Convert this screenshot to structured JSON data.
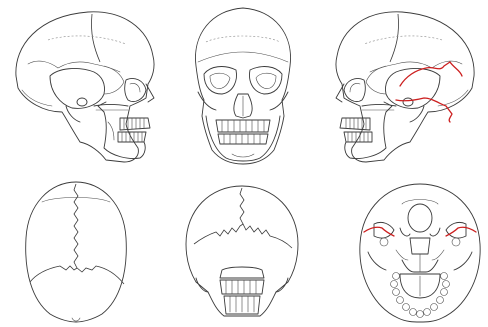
{
  "figure": {
    "views": [
      {
        "id": "lateral",
        "row": 1,
        "col": 1
      },
      {
        "id": "frontal",
        "row": 1,
        "col": 2
      },
      {
        "id": "lateral-fracture",
        "row": 1,
        "col": 3
      },
      {
        "id": "superior",
        "row": 2,
        "col": 1
      },
      {
        "id": "posterior",
        "row": 2,
        "col": 2
      },
      {
        "id": "inferior-fracture",
        "row": 2,
        "col": 3
      }
    ],
    "colors": {
      "line": "#3a3a3a",
      "fracture": "#cc1f1f",
      "background": "#ffffff"
    }
  }
}
